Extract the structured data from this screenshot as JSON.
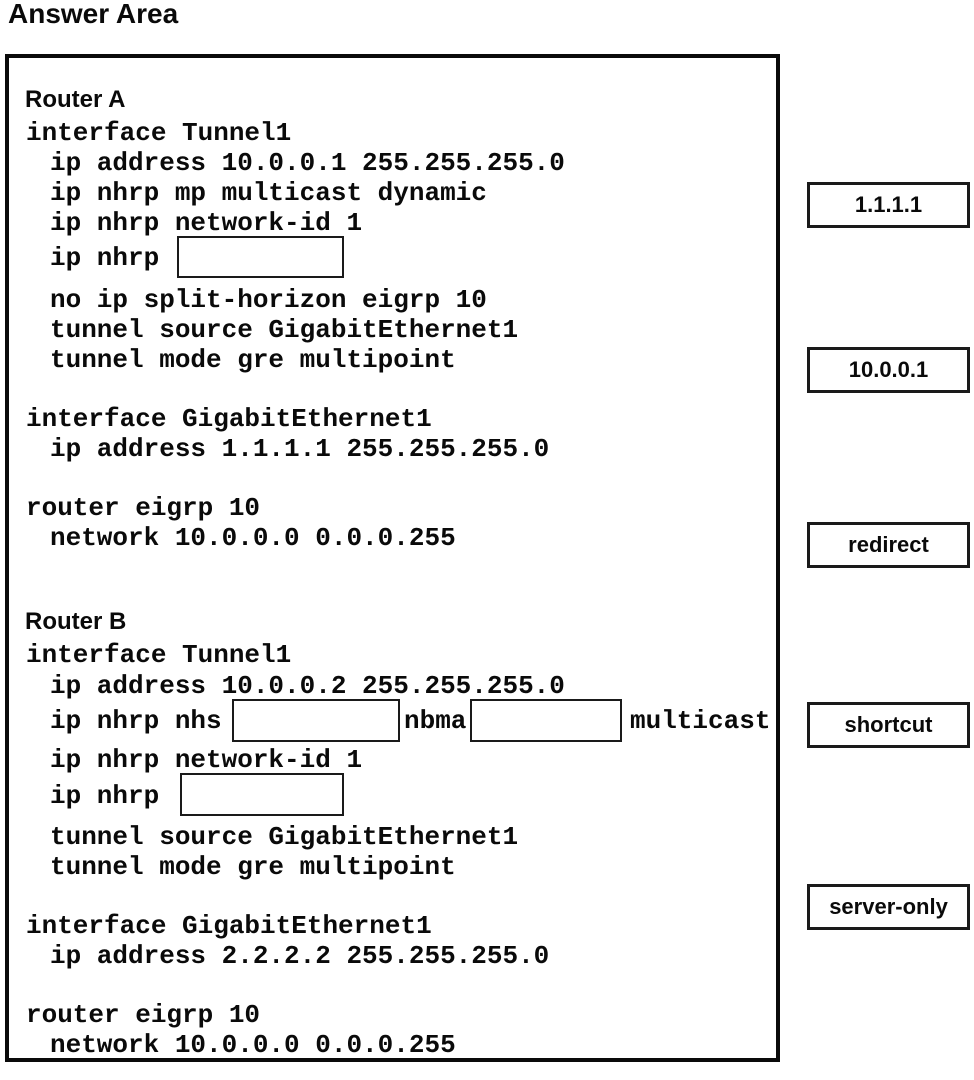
{
  "page_title": "Answer Area",
  "colors": {
    "text": "#0a0a0a",
    "background": "#ffffff",
    "border": "#1a1a1a"
  },
  "answer_area": {
    "router_a": {
      "title": "Router A",
      "lines": {
        "interface_tunnel": "interface Tunnel1",
        "ip_address_tunnel": "ip address 10.0.0.1 255.255.255.0",
        "nhrp_mp_multicast": "ip nhrp mp multicast dynamic",
        "nhrp_network_id": "ip nhrp network-id 1",
        "nhrp_blank_prefix": "ip nhrp",
        "no_split_horizon": "no ip split-horizon eigrp 10",
        "tunnel_source": "tunnel source GigabitEthernet1",
        "tunnel_mode": "tunnel mode gre multipoint",
        "interface_gigabit": "interface GigabitEthernet1",
        "ip_address_gigabit": "ip address 1.1.1.1 255.255.255.0",
        "router_eigrp": "router eigrp 10",
        "network": "network 10.0.0.0 0.0.0.255"
      }
    },
    "router_b": {
      "title": "Router B",
      "lines": {
        "interface_tunnel": "interface Tunnel1",
        "ip_address_tunnel": "ip address 10.0.0.2 255.255.255.0",
        "nhrp_nhs_prefix": "ip nhrp nhs",
        "nhrp_nhs_mid": "nbma",
        "nhrp_nhs_suffix": "multicast",
        "nhrp_network_id": "ip nhrp network-id 1",
        "nhrp_blank_prefix": "ip nhrp",
        "tunnel_source": "tunnel source GigabitEthernet1",
        "tunnel_mode": "tunnel mode gre multipoint",
        "interface_gigabit": "interface GigabitEthernet1",
        "ip_address_gigabit": "ip address 2.2.2.2 255.255.255.0",
        "router_eigrp": "router eigrp 10",
        "network": "network 10.0.0.0 0.0.0.255"
      }
    }
  },
  "options": [
    {
      "label": "1.1.1.1"
    },
    {
      "label": "10.0.0.1"
    },
    {
      "label": "redirect"
    },
    {
      "label": "shortcut"
    },
    {
      "label": "server-only"
    }
  ]
}
